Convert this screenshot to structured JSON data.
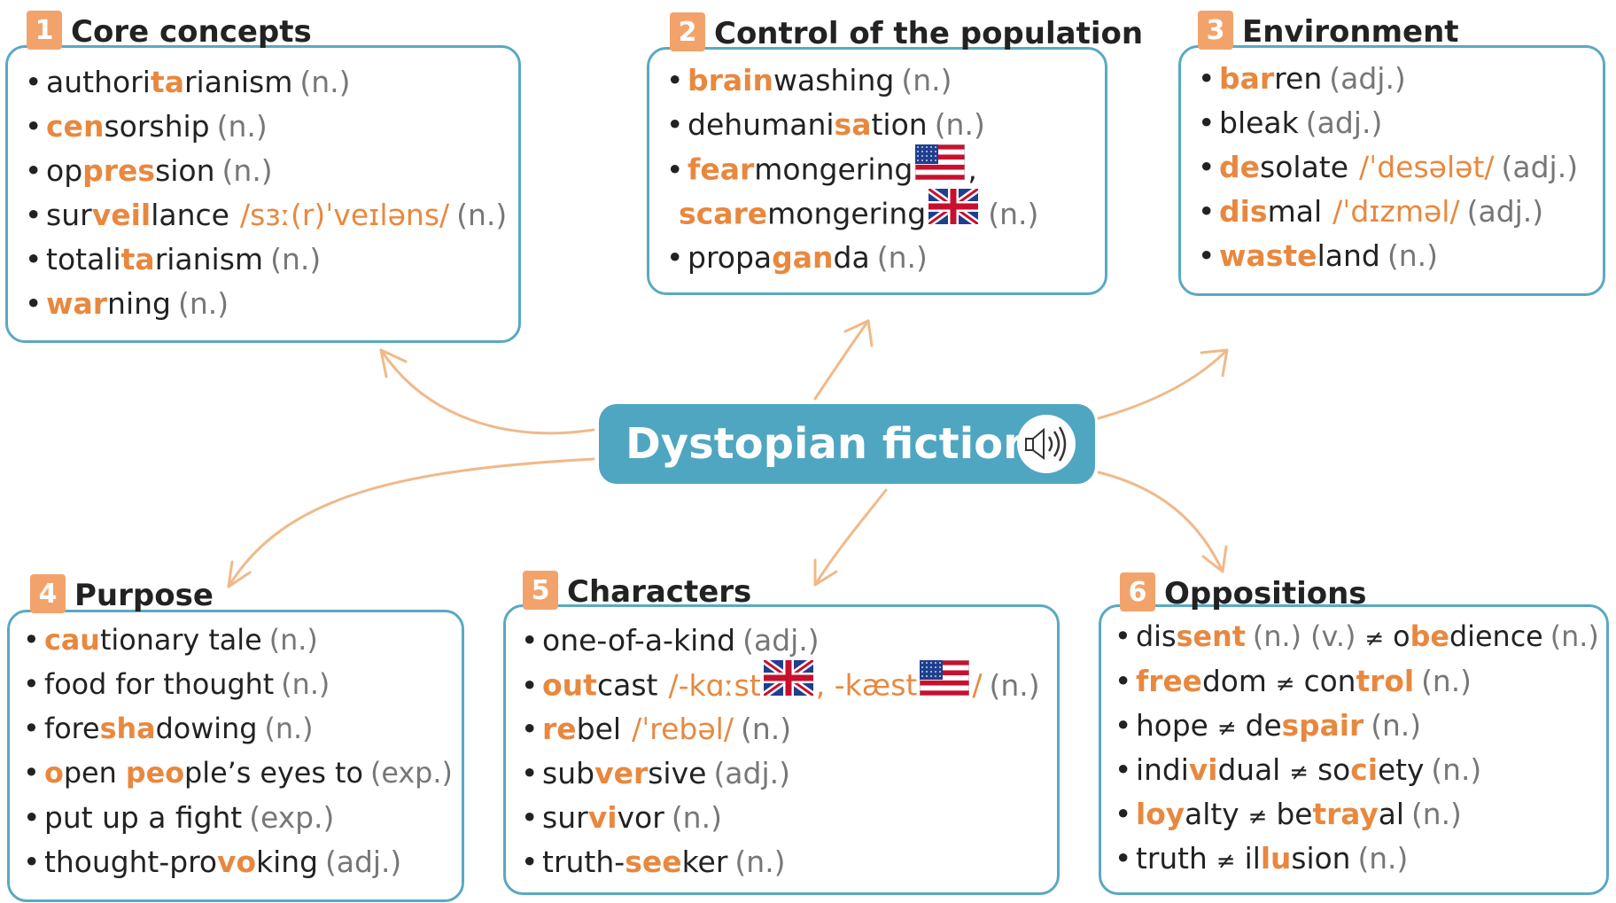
{
  "central": {
    "label": "Dystopian fiction",
    "icon": "speaker-icon"
  },
  "colors": {
    "accent": "#e8883f",
    "border": "#5aa9c2",
    "central": "#4fa6c1",
    "number_badge": "#f2a36b",
    "part_of_speech": "#777777"
  },
  "boxes": [
    {
      "num": "1",
      "title": "Core concepts",
      "items": [
        {
          "parts": [
            [
              "authori",
              0
            ],
            [
              "ta",
              1
            ],
            [
              "rianism",
              0
            ]
          ],
          "pos": "(n.)"
        },
        {
          "parts": [
            [
              "cen",
              1
            ],
            [
              "sorship",
              0
            ]
          ],
          "pos": "(n.)"
        },
        {
          "parts": [
            [
              "op",
              0
            ],
            [
              "pres",
              1
            ],
            [
              "sion",
              0
            ]
          ],
          "pos": "(n.)"
        },
        {
          "parts": [
            [
              "sur",
              0
            ],
            [
              "veil",
              1
            ],
            [
              "lance",
              0
            ]
          ],
          "ipa": "/sɜː(r)ˈveɪləns/",
          "pos": "(n.)"
        },
        {
          "parts": [
            [
              "totali",
              0
            ],
            [
              "ta",
              1
            ],
            [
              "rianism",
              0
            ]
          ],
          "pos": "(n.)"
        },
        {
          "parts": [
            [
              "war",
              1
            ],
            [
              "ning",
              0
            ]
          ],
          "pos": "(n.)"
        }
      ]
    },
    {
      "num": "2",
      "title": "Control of the population",
      "items": [
        {
          "parts": [
            [
              "brain",
              1
            ],
            [
              "washing",
              0
            ]
          ],
          "pos": "(n.)"
        },
        {
          "parts": [
            [
              "dehumani",
              0
            ],
            [
              "sa",
              1
            ],
            [
              "tion",
              0
            ]
          ],
          "pos": "(n.)"
        },
        {
          "parts": [
            [
              "fear",
              1
            ],
            [
              "mongering",
              0
            ]
          ],
          "flag": "us",
          "suffix": ","
        },
        {
          "nobullet": true,
          "parts": [
            [
              "scare",
              1
            ],
            [
              "mongering",
              0
            ]
          ],
          "flag": "uk",
          "pos": "(n.)"
        },
        {
          "parts": [
            [
              "propa",
              0
            ],
            [
              "gan",
              1
            ],
            [
              "da",
              0
            ]
          ],
          "pos": "(n.)"
        }
      ]
    },
    {
      "num": "3",
      "title": "Environment",
      "items": [
        {
          "parts": [
            [
              "bar",
              1
            ],
            [
              "ren",
              0
            ]
          ],
          "pos": "(adj.)"
        },
        {
          "parts": [
            [
              "bleak",
              0
            ]
          ],
          "pos": "(adj.)"
        },
        {
          "parts": [
            [
              "de",
              1
            ],
            [
              "solate",
              0
            ]
          ],
          "ipa": "/ˈdesələt/",
          "pos": "(adj.)"
        },
        {
          "parts": [
            [
              "dis",
              1
            ],
            [
              "mal",
              0
            ]
          ],
          "ipa": "/ˈdɪzməl/",
          "pos": "(adj.)"
        },
        {
          "parts": [
            [
              "waste",
              1
            ],
            [
              "land",
              0
            ]
          ],
          "pos": "(n.)"
        }
      ]
    },
    {
      "num": "4",
      "title": "Purpose",
      "items": [
        {
          "parts": [
            [
              "cau",
              1
            ],
            [
              "tionary tale",
              0
            ]
          ],
          "pos": "(n.)"
        },
        {
          "parts": [
            [
              "food for thought",
              0
            ]
          ],
          "pos": "(n.)"
        },
        {
          "parts": [
            [
              "fore",
              0
            ],
            [
              "sha",
              1
            ],
            [
              "dowing",
              0
            ]
          ],
          "pos": "(n.)"
        },
        {
          "parts": [
            [
              "o",
              1
            ],
            [
              "pen ",
              0
            ],
            [
              "peo",
              1
            ],
            [
              "ple’s eyes to",
              0
            ]
          ],
          "pos": "(exp.)"
        },
        {
          "parts": [
            [
              "put up a fight",
              0
            ]
          ],
          "pos": "(exp.)"
        },
        {
          "parts": [
            [
              "thought-pro",
              0
            ],
            [
              "vo",
              1
            ],
            [
              "king",
              0
            ]
          ],
          "pos": "(adj.)"
        }
      ]
    },
    {
      "num": "5",
      "title": "Characters",
      "items": [
        {
          "parts": [
            [
              "one-of-a-kind",
              0
            ]
          ],
          "pos": "(adj.)"
        },
        {
          "parts": [
            [
              "out",
              1
            ],
            [
              "cast",
              0
            ]
          ],
          "ipa_complex": true,
          "pos": "(n.)"
        },
        {
          "parts": [
            [
              "re",
              1
            ],
            [
              "bel",
              0
            ]
          ],
          "ipa": "/ˈrebəl/",
          "pos": "(n.)"
        },
        {
          "parts": [
            [
              "sub",
              0
            ],
            [
              "ver",
              1
            ],
            [
              "sive",
              0
            ]
          ],
          "pos": "(adj.)"
        },
        {
          "parts": [
            [
              "sur",
              0
            ],
            [
              "vi",
              1
            ],
            [
              "vor",
              0
            ]
          ],
          "pos": "(n.)"
        },
        {
          "parts": [
            [
              "truth-",
              0
            ],
            [
              "see",
              1
            ],
            [
              "ker",
              0
            ]
          ],
          "pos": "(n.)"
        }
      ]
    },
    {
      "num": "6",
      "title": "Oppositions",
      "items": [
        {
          "parts": [
            [
              "dis",
              0
            ],
            [
              "sent",
              1
            ]
          ],
          "pos": "(n.) (v.)",
          "parts2": [
            [
              "o",
              0
            ],
            [
              "be",
              1
            ],
            [
              "dience",
              0
            ]
          ],
          "pos2": "(n.)"
        },
        {
          "parts": [
            [
              "free",
              1
            ],
            [
              "dom",
              0
            ]
          ],
          "parts2": [
            [
              "con",
              0
            ],
            [
              "trol",
              1
            ]
          ],
          "pos2": "(n.)"
        },
        {
          "parts": [
            [
              "hope",
              0
            ]
          ],
          "parts2": [
            [
              "de",
              0
            ],
            [
              "spair",
              1
            ]
          ],
          "pos2": "(n.)"
        },
        {
          "parts": [
            [
              "indi",
              0
            ],
            [
              "vi",
              1
            ],
            [
              "dual",
              0
            ]
          ],
          "parts2": [
            [
              "so",
              0
            ],
            [
              "ci",
              1
            ],
            [
              "ety",
              0
            ]
          ],
          "pos2": "(n.)"
        },
        {
          "parts": [
            [
              "loy",
              1
            ],
            [
              "alty",
              0
            ]
          ],
          "parts2": [
            [
              "be",
              0
            ],
            [
              "tray",
              1
            ],
            [
              "al",
              0
            ]
          ],
          "pos2": "(n.)"
        },
        {
          "parts": [
            [
              "truth",
              0
            ]
          ],
          "parts2": [
            [
              "il",
              0
            ],
            [
              "lu",
              1
            ],
            [
              "sion",
              0
            ]
          ],
          "pos2": "(n.)"
        }
      ]
    }
  ],
  "outcast_ipa": {
    "a": "/-kɑːst",
    "b": ", -kæst",
    "c": "/"
  },
  "neq": "≠",
  "bullet": "•"
}
